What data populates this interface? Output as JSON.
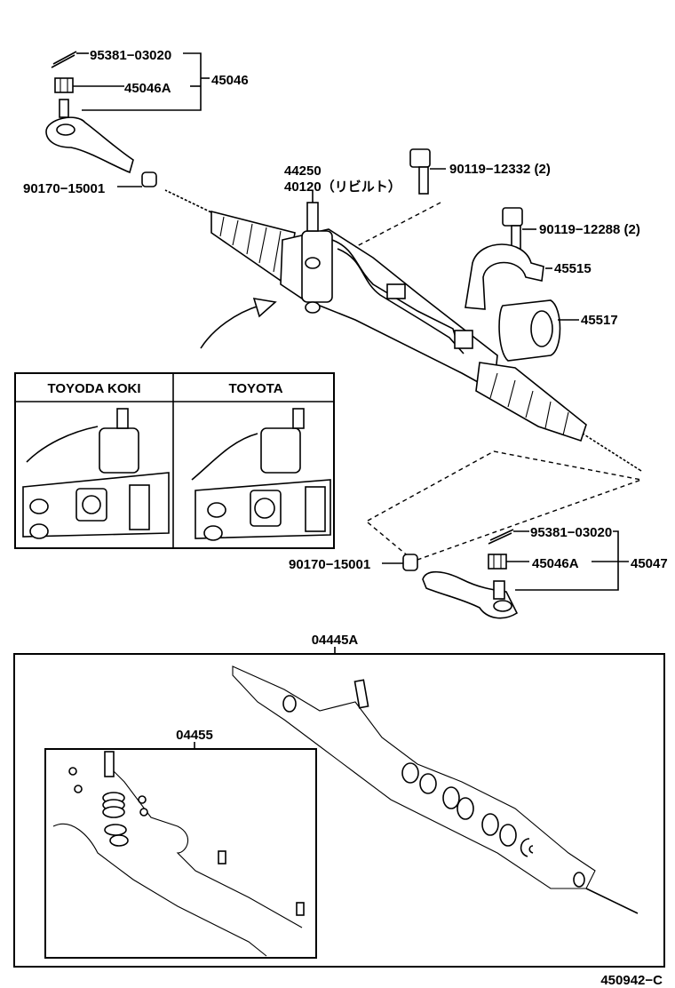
{
  "labels": {
    "cotter_pin_upper": "95381−03020",
    "nut_upper": "45046A",
    "tie_rod_end_upper": "45046",
    "boot_clamp_left": "90170−15001",
    "gear_assy": "44250",
    "gear_assy_rebuilt": "40120（リビルト）",
    "bolt_upper": "90119−12332 (2)",
    "bolt_bracket": "90119−12288 (2)",
    "bracket": "45515",
    "bushing": "45517",
    "boot_clamp_right": "90170−15001",
    "cotter_pin_lower": "95381−03020",
    "nut_lower": "45046A",
    "tie_rod_end_lower": "45047",
    "gasket_kit": "04445A",
    "seal_kit": "04455",
    "diagram_id": "450942−C"
  },
  "variant_table": {
    "left_header": "TOYODA KOKI",
    "right_header": "TOYOTA"
  }
}
